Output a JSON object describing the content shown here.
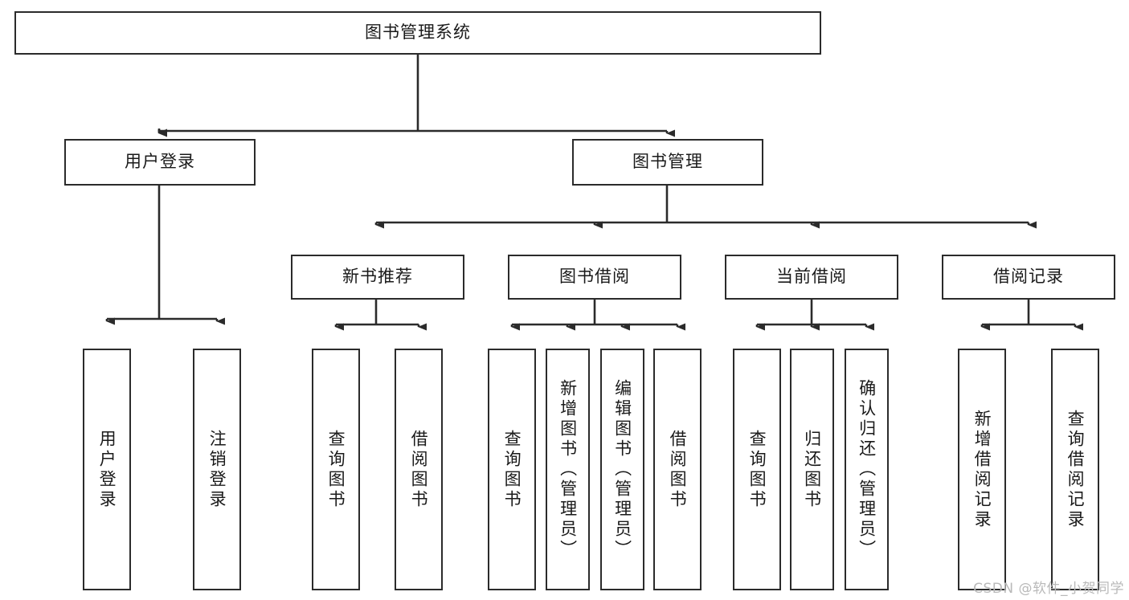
{
  "diagram": {
    "title": "图书管理系统",
    "type": "hierarchy-tree",
    "watermark": "CSDN @软件_小贺同学",
    "colors": {
      "box_border": "#2b2b2b",
      "box_fill": "#ffffff",
      "connector": "#2b2b2b",
      "text": "#1a1a1a",
      "watermark": "#b9b9b9"
    },
    "nodes": {
      "root": {
        "label": "图书管理系统",
        "level": 1
      },
      "l2": [
        {
          "id": "user-login",
          "label": "用户登录",
          "level": 2
        },
        {
          "id": "book-manage",
          "label": "图书管理",
          "level": 2
        }
      ],
      "l3": [
        {
          "id": "new-book-rec",
          "label": "新书推荐",
          "level": 3
        },
        {
          "id": "book-borrow",
          "label": "图书借阅",
          "level": 3
        },
        {
          "id": "current-borrow",
          "label": "当前借阅",
          "level": 3
        },
        {
          "id": "borrow-record",
          "label": "借阅记录",
          "level": 3
        }
      ],
      "leaves": [
        {
          "id": "leaf-user-login",
          "label": "用户登录",
          "parent": "user-login"
        },
        {
          "id": "leaf-user-logout",
          "label": "注销登录",
          "parent": "user-login"
        },
        {
          "id": "leaf-query-book-1",
          "label": "查询图书",
          "parent": "new-book-rec"
        },
        {
          "id": "leaf-borrow-book-1",
          "label": "借阅图书",
          "parent": "new-book-rec"
        },
        {
          "id": "leaf-query-book-2",
          "label": "查询图书",
          "parent": "book-borrow"
        },
        {
          "id": "leaf-add-book",
          "label": "新增图书（管理员）",
          "parent": "book-borrow"
        },
        {
          "id": "leaf-edit-book",
          "label": "编辑图书（管理员）",
          "parent": "book-borrow"
        },
        {
          "id": "leaf-borrow-book-2",
          "label": "借阅图书",
          "parent": "book-borrow"
        },
        {
          "id": "leaf-query-book-3",
          "label": "查询图书",
          "parent": "current-borrow"
        },
        {
          "id": "leaf-return-book",
          "label": "归还图书",
          "parent": "current-borrow"
        },
        {
          "id": "leaf-confirm-return",
          "label": "确认归还（管理员）",
          "parent": "current-borrow"
        },
        {
          "id": "leaf-add-record",
          "label": "新增借阅记录",
          "parent": "borrow-record"
        },
        {
          "id": "leaf-query-record",
          "label": "查询借阅记录",
          "parent": "borrow-record"
        }
      ]
    }
  }
}
